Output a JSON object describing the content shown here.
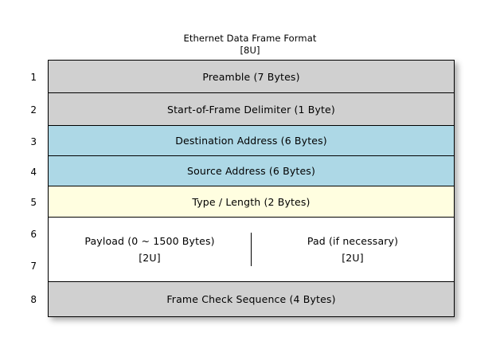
{
  "figure": {
    "title": "Ethernet Data Frame Format",
    "title_sub": "[8U]",
    "colors": {
      "gray": "#d0d0d0",
      "blue": "#add8e6",
      "yellow": "#fffee0",
      "white": "#ffffff",
      "border": "#000000"
    },
    "row_numbers": [
      "1",
      "2",
      "3",
      "4",
      "5",
      "6",
      "7",
      "8"
    ],
    "rows": [
      {
        "number": "1",
        "label": "Preamble (7 Bytes)",
        "fill": "#d0d0d0",
        "height": 41
      },
      {
        "number": "2",
        "label": "Start-of-Frame Delimiter (1 Byte)",
        "fill": "#d0d0d0",
        "height": 41
      },
      {
        "number": "3",
        "label": "Destination Address (6 Bytes)",
        "fill": "#add8e6",
        "height": 38
      },
      {
        "number": "4",
        "label": "Source Address (6 Bytes)",
        "fill": "#add8e6",
        "height": 38
      },
      {
        "number": "5",
        "label": "Type / Length (2 Bytes)",
        "fill": "#fffee0",
        "height": 39
      },
      {
        "number": "6 / 7",
        "fill": "#ffffff",
        "height": 81,
        "split": true,
        "left": {
          "label": "Payload (0 ~ 1500 Bytes)",
          "sub": "[2U]"
        },
        "right": {
          "label": "Pad (if necessary)",
          "sub": "[2U]"
        }
      },
      {
        "number": "8",
        "label": "Frame Check Sequence (4 Bytes)",
        "fill": "#d0d0d0",
        "height": 43
      }
    ]
  }
}
